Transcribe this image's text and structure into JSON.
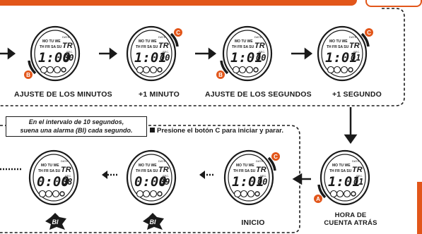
{
  "colors": {
    "accent": "#e2561a",
    "ink": "#1a1a1a"
  },
  "top_badge": "",
  "row1": {
    "labels": [
      "AJUSTE DE LOS MINUTOS",
      "+1 MINUTO",
      "AJUSTE DE LOS SEGUNDOS",
      "+1 SEGUNDO"
    ],
    "watches": [
      {
        "time": "1:00",
        "sec": "00",
        "button": "B"
      },
      {
        "time": "1:01",
        "sec": "00",
        "button": "C"
      },
      {
        "time": "1:01",
        "sec": "00",
        "button": "B"
      },
      {
        "time": "1:01",
        "sec": "01",
        "button": "C"
      }
    ]
  },
  "row2": {
    "note_line1": "En el intervalo de 10 segundos,",
    "note_line2": "suena una alarma (BI) cada segundo.",
    "instruction": "Presione el botón C para iniciar y parar.",
    "labels": [
      "INICIO"
    ],
    "countdown_label_line1": "HORA DE",
    "countdown_label_line2": "CUENTA ATRÁS",
    "alarm_text": "BI",
    "watches": [
      {
        "time": "0:00",
        "sec": "08"
      },
      {
        "time": "0:00",
        "sec": "09"
      },
      {
        "time": "1:01",
        "sec": "00",
        "button": "C"
      },
      {
        "time": "1:01",
        "sec": "01",
        "button": "A"
      }
    ]
  },
  "watch_common": {
    "days_top": "MO TU WE",
    "days_bottom": "TH FR SA SU",
    "date": "DATE",
    "tr": "TR",
    "sec_label": "SEC."
  }
}
